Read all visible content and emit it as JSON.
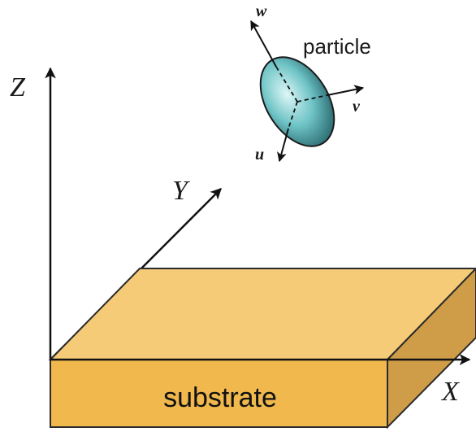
{
  "labels": {
    "axis_x": "X",
    "axis_y": "Y",
    "axis_z": "Z",
    "particle": "particle",
    "substrate": "substrate",
    "axis_u": "u",
    "axis_v": "v",
    "axis_w": "w"
  },
  "colors": {
    "substrate_top": "#F5CB77",
    "substrate_front": "#F0B84D",
    "substrate_side": "#CF9C48",
    "substrate_edge": "#2B2B2B",
    "particle_highlight": "#DDF6F6",
    "particle_mid": "#6FC4C6",
    "particle_dark": "#1F5C63",
    "axis_stroke": "#111111"
  }
}
